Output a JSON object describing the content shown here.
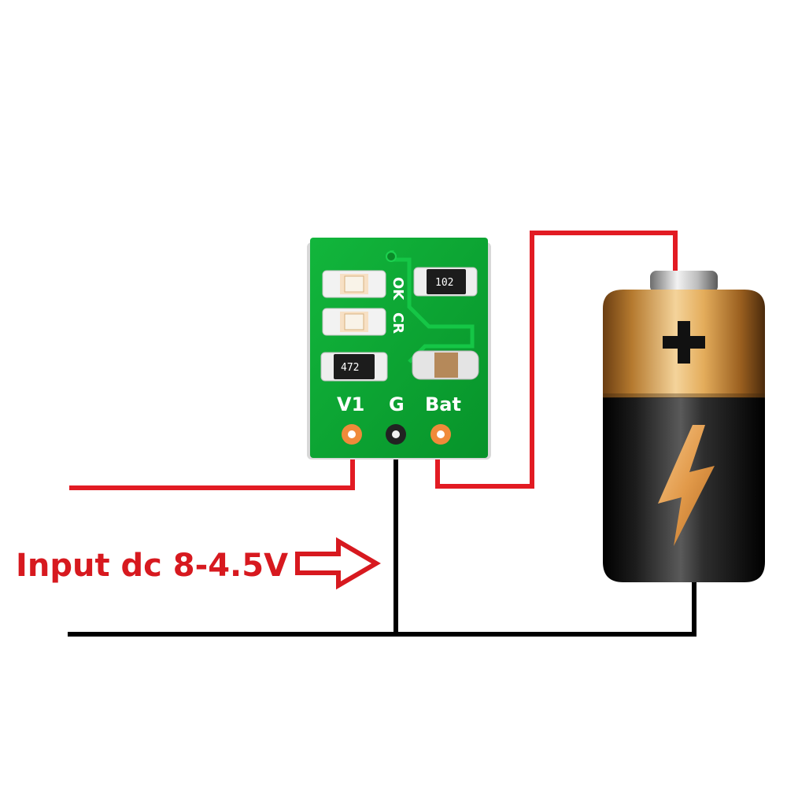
{
  "diagram": {
    "input_label": "Input dc 8-4.5V",
    "board": {
      "pin_labels": {
        "v1": "V1",
        "g": "G",
        "bat": "Bat"
      },
      "led_labels": {
        "ok": "OK",
        "cr": "CR"
      },
      "resistor_top_code": "102",
      "resistor_bottom_code": "472"
    },
    "battery": {
      "plus_symbol": "+"
    }
  },
  "colors": {
    "wire_positive": "#e21b23",
    "wire_ground": "#000000",
    "label_red": "#d7191f",
    "pcb_green": "#0aa532",
    "pad_orange": "#f08a3a",
    "battery_gold": "#c98a2e",
    "battery_black": "#1a1a1a"
  }
}
